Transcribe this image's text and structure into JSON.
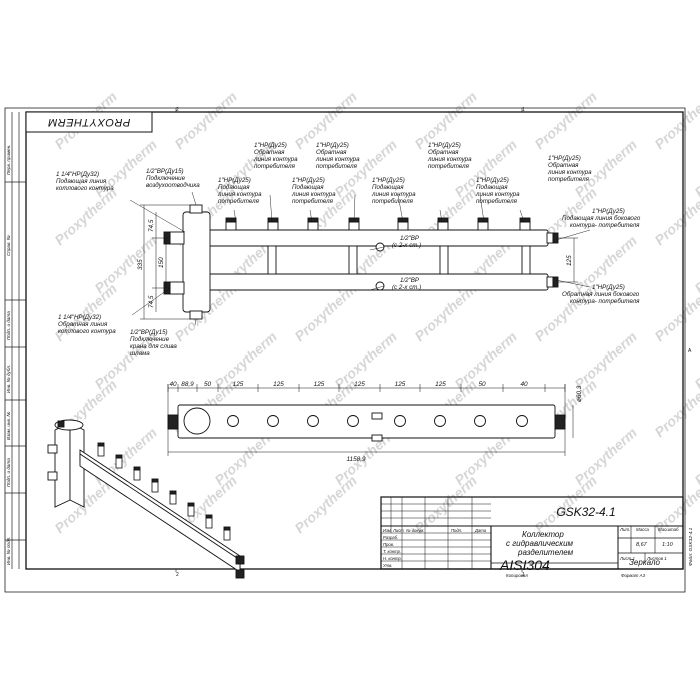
{
  "frame": {
    "zone_top_left": "2",
    "zone_top_right": "1",
    "zone_bottom_left": "2",
    "zone_bottom_right": "1",
    "zone_side_right": "A",
    "left_strip": [
      "Перв. примен.",
      "Справ. №",
      "Подп. и дата",
      "Инв. № дубл.",
      "Взам. инв. №",
      "Подп. и дата",
      "Инв. № подл."
    ],
    "right_edge_label": "Файл: GSK32-4.1"
  },
  "brand": "PROXYTHERM",
  "watermark": "Proxytherm",
  "callouts": {
    "top": [
      {
        "lines": [
          "1\"НР(Ду25)",
          "Обратная",
          "линия контура",
          "потребителя"
        ]
      },
      {
        "lines": [
          "1\"НР(Ду25)",
          "Обратная",
          "линия контура",
          "потребителя"
        ]
      },
      {
        "lines": [
          "1\"НР(Ду25)",
          "Обратная",
          "линия контура",
          "потребителя"
        ]
      },
      {
        "lines": [
          "1\"НР(Ду25)",
          "Обратная",
          "линия контура",
          "потребителя"
        ]
      }
    ],
    "mid": [
      {
        "lines": [
          "1\"НР(Ду25)",
          "Подающая",
          "линия контура",
          "потребителя"
        ]
      },
      {
        "lines": [
          "1\"НР(Ду25)",
          "Подающая",
          "линия контура",
          "потребителя"
        ]
      },
      {
        "lines": [
          "1\"НР(Ду25)",
          "Подающая",
          "линия контура",
          "потребителя"
        ]
      },
      {
        "lines": [
          "1\"НР(Ду25)",
          "Подающая",
          "линия контура",
          "потребителя"
        ]
      }
    ],
    "left_top": {
      "lines": [
        "1 1/4\"НР(Ду32)",
        "Подающая линия",
        "котлового контура"
      ]
    },
    "vent": {
      "lines": [
        "1/2\"ВР(Ду15)",
        "Подключение",
        "воздухоотводчика"
      ]
    },
    "left_bottom": {
      "lines": [
        "1 1/4\"НР(Ду32)",
        "Обратная линия",
        "котлового контура"
      ]
    },
    "drain": {
      "lines": [
        "1/2\"ВР(Ду15)",
        "Подключение",
        "крана для слива",
        "шлама"
      ]
    },
    "side_supply": {
      "lines": [
        "1\"НР(Ду25)",
        "Подающая линия бокового",
        "контура- потребителя"
      ]
    },
    "side_return": {
      "lines": [
        "1\"НР(Ду25)",
        "Обратная линия бокового",
        "контура- потребителя"
      ]
    },
    "port_top": {
      "lines": [
        "1/2\"ВР",
        "(с 2-х ст.)"
      ]
    },
    "port_bottom": {
      "lines": [
        "1/2\"ВР",
        "(с 2-х ст.)"
      ]
    }
  },
  "dims_side": {
    "d1": "74,5",
    "d2": "150",
    "d3": "335",
    "d4": "74,5",
    "d5": "125"
  },
  "dims_plan": {
    "segments": [
      "40",
      "88,9",
      "50",
      "125",
      "125",
      "125",
      "125",
      "125",
      "125",
      "50",
      "40"
    ],
    "total": "1158,9",
    "dia": "ø60,3"
  },
  "title_block": {
    "code": "GSK32-4.1",
    "name_lines": [
      "Коллектор",
      "с гидравлическим",
      "разделителем"
    ],
    "material": "AISI304",
    "variant": "Зеркало",
    "head_cols": [
      "Изм",
      "Лист",
      "№ докум.",
      "Подп.",
      "Дата"
    ],
    "roles": [
      "Разраб.",
      "Пров.",
      "Т. контр.",
      "",
      "Н. контр.",
      "Утв."
    ],
    "lit_label": "Лит.",
    "mass_label": "Масса",
    "scale_label": "Масштаб",
    "mass": "8,67",
    "scale": "1:10",
    "sheet": "Лист 1",
    "sheets": "Листов 1",
    "copied": "Копировал",
    "format": "Формат А3"
  }
}
